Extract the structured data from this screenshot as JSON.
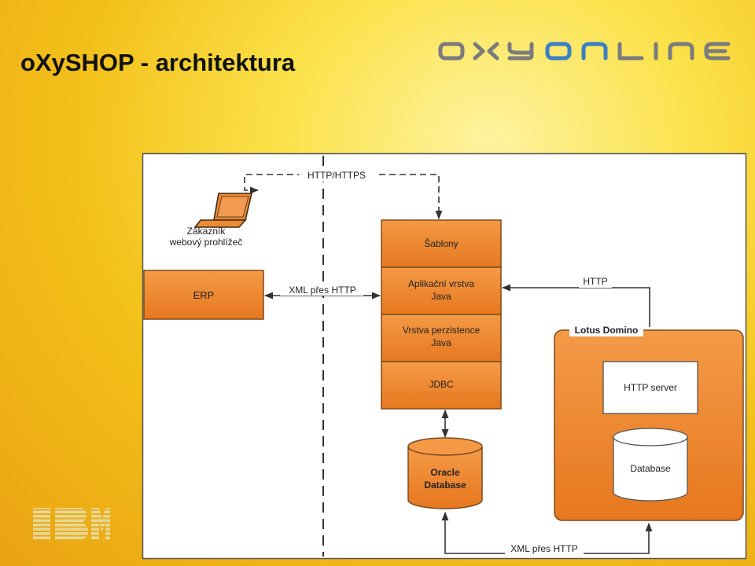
{
  "slide": {
    "title": "oXySHOP - architektura",
    "logo_text": "OXYONLINE",
    "ibm_text": "IBM"
  },
  "colors": {
    "orange": "#f0892f",
    "orange_dark": "#b65d14",
    "logo_gray": "#7a7b7d",
    "logo_blue": "#3b7fc4",
    "ibm_tint": "#e7d89a"
  },
  "diagram": {
    "client_label_1": "Zákazník",
    "client_label_2": "webový prohlížeč",
    "http_https_label": "HTTP/HTTPS",
    "erp_label": "ERP",
    "xml_http_erp_label": "XML přes HTTP",
    "stack_templates": "Šablony",
    "stack_app_1": "Aplikační vrstva",
    "stack_app_2": "Java",
    "stack_persist_1": "Vrstva perzistence",
    "stack_persist_2": "Java",
    "stack_jdbc": "JDBC",
    "http_label": "HTTP",
    "lotus_label": "Lotus Domino",
    "http_server_label": "HTTP server",
    "domino_db_label": "Database",
    "oracle_label_1": "Oracle",
    "oracle_label_2": "Database",
    "xml_http_bottom_label": "XML přes HTTP"
  }
}
